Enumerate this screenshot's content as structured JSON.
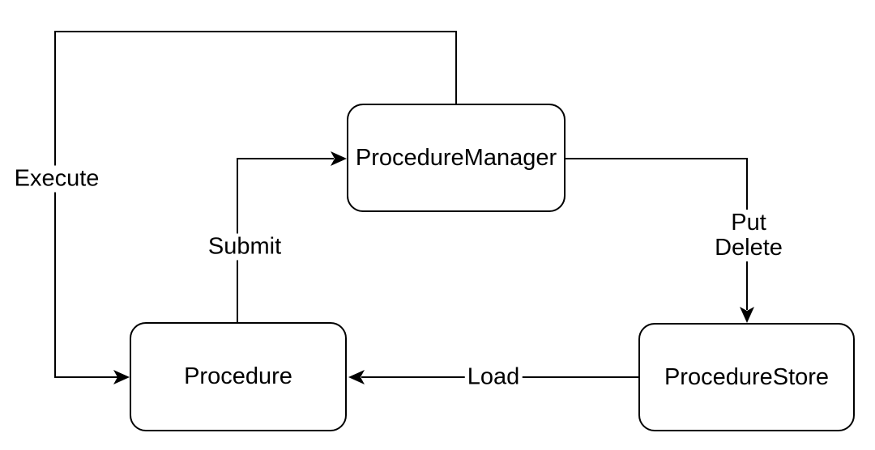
{
  "diagram": {
    "type": "flowchart",
    "colors": {
      "background": "#ffffff",
      "node_fill": "#ffffff",
      "node_stroke": "#000000",
      "edge_stroke": "#000000",
      "text": "#000000"
    },
    "nodes": [
      {
        "id": "procedure-manager",
        "label": "ProcedureManager"
      },
      {
        "id": "procedure",
        "label": "Procedure"
      },
      {
        "id": "procedure-store",
        "label": "ProcedureStore"
      }
    ],
    "edges": [
      {
        "id": "execute",
        "label": "Execute",
        "from": "ProcedureManager",
        "to": "Procedure"
      },
      {
        "id": "submit",
        "label": "Submit",
        "from": "Procedure",
        "to": "ProcedureManager"
      },
      {
        "id": "put-delete",
        "lines": [
          "Put",
          "Delete"
        ],
        "from": "ProcedureManager",
        "to": "ProcedureStore"
      },
      {
        "id": "load",
        "label": "Load",
        "from": "ProcedureStore",
        "to": "Procedure"
      }
    ]
  }
}
